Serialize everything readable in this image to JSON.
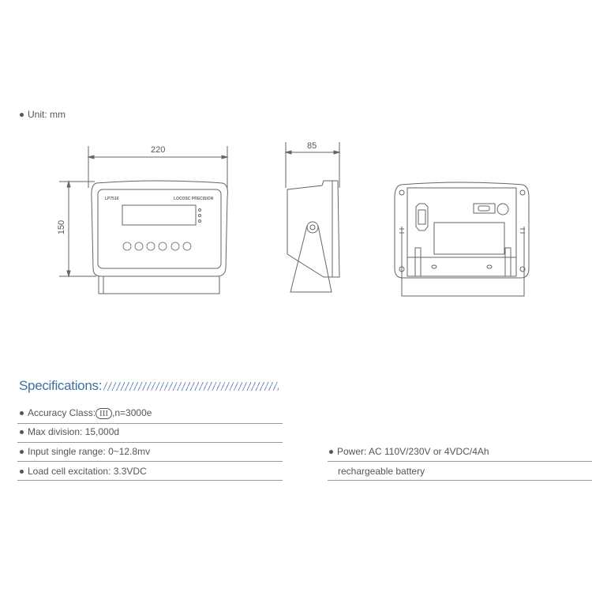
{
  "unit_note": "Unit: mm",
  "drawings": {
    "front": {
      "width_label": "220",
      "height_label": "150",
      "model_label": "LP7516",
      "brand_label": "LOCOSC PRECISION"
    },
    "side": {
      "depth_label": "85"
    }
  },
  "specifications": {
    "title": "Specifications:",
    "left": [
      {
        "prefix": "Accuracy Class:",
        "class_symbol": "III",
        "suffix": ",n=3000e"
      },
      {
        "text": "Max division: 15,000d"
      },
      {
        "text": "Input single range: 0~12.8mv"
      },
      {
        "text": "Load cell excitation: 3.3VDC"
      }
    ],
    "right": [
      {
        "text": "Power: AC 110V/230V or 4VDC/4Ah"
      },
      {
        "text": "rechargeable battery"
      }
    ]
  },
  "colors": {
    "accent": "#3d6fa3",
    "rule": "#999999"
  }
}
